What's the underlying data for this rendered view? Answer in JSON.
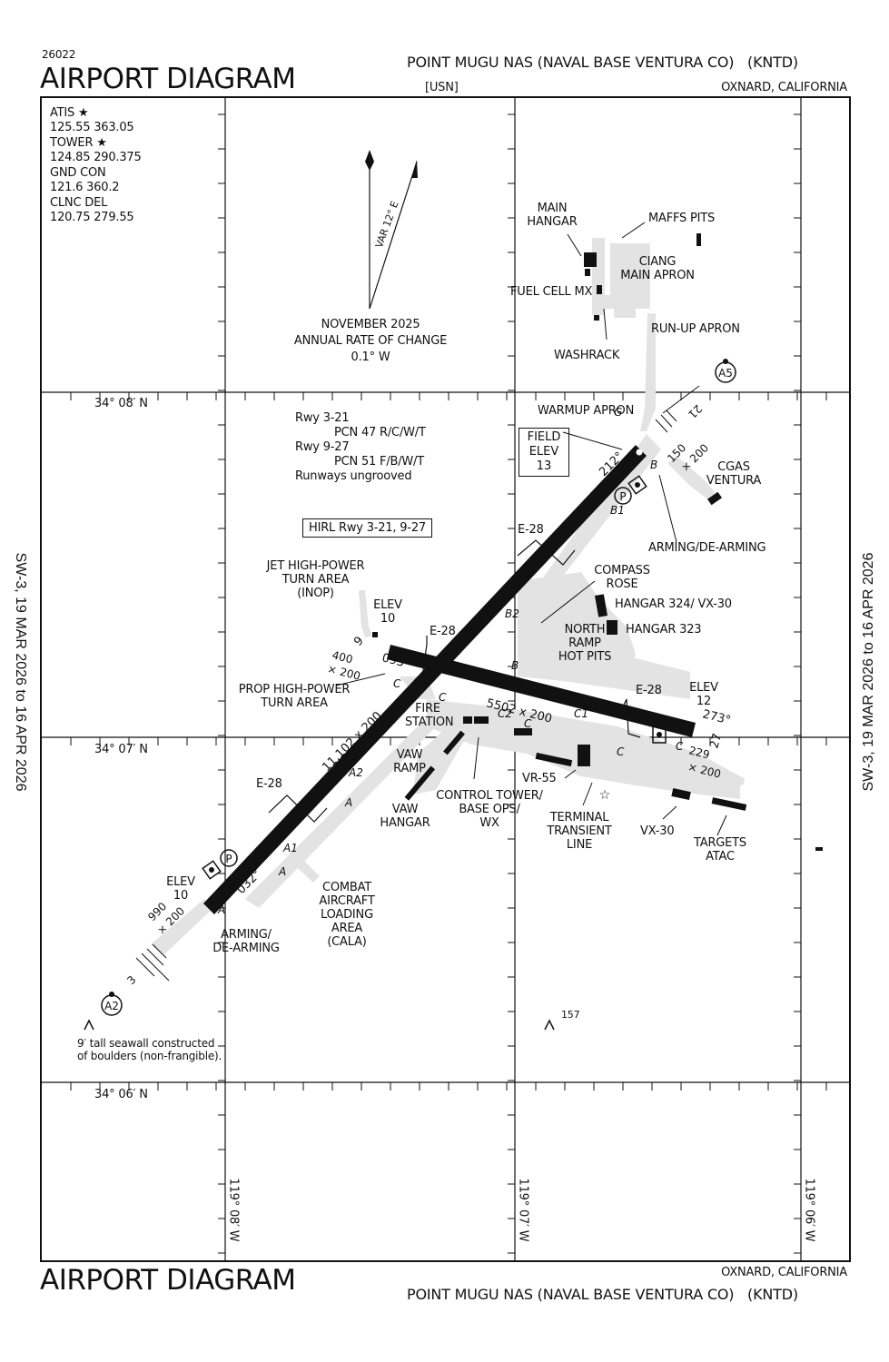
{
  "header": {
    "chart_id": "26022",
    "title": "AIRPORT DIAGRAM",
    "airport_name": "POINT MUGU NAS (NAVAL BASE VENTURA CO)",
    "airport_id": "(KNTD)",
    "operator": "[USN]",
    "location": "OXNARD, CALIFORNIA"
  },
  "footer": {
    "title": "AIRPORT DIAGRAM",
    "location": "OXNARD, CALIFORNIA",
    "airport_name": "POINT MUGU NAS (NAVAL BASE VENTURA CO)",
    "airport_id": "(KNTD)"
  },
  "margin_notes": {
    "left": "SW-3,  19 MAR 2026  to  16 APR 2026",
    "right": "SW-3,  19 MAR 2026  to  16 APR 2026"
  },
  "frequencies": [
    {
      "name": "ATIS",
      "star": true,
      "values": "125.55  363.05"
    },
    {
      "name": "TOWER",
      "star": true,
      "values": "124.85  290.375"
    },
    {
      "name": "GND CON",
      "star": false,
      "values": "121.6  360.2"
    },
    {
      "name": "CLNC DEL",
      "star": false,
      "values": "120.75  279.55"
    }
  ],
  "magnetic": {
    "variation": "VAR 12° E",
    "epoch": "NOVEMBER 2025",
    "rate_label": "ANNUAL RATE OF CHANGE",
    "rate": "0.1° W"
  },
  "grid": {
    "latitudes": [
      "34° 08′ N",
      "34° 07′ N",
      "34° 06′ N"
    ],
    "longitudes": [
      "119° 08′ W",
      "119° 07′ W",
      "119° 06′ W"
    ]
  },
  "runway_info": {
    "line1": "Rwy 3-21",
    "line2": "PCN 47 R/C/W/T",
    "line3": "Rwy 9-27",
    "line4": "PCN 51 F/B/W/T",
    "line5": "Runways ungrooved",
    "lighting": "HIRL Rwy 3-21, 9-27"
  },
  "field_elev": {
    "line1": "FIELD",
    "line2": "ELEV",
    "line3": "13"
  },
  "runways": {
    "rwy_3_21": {
      "dimensions": "11,102 x 200",
      "hdg_3": "032°",
      "hdg_21": "212°",
      "end_3": "3",
      "end_21": "21",
      "overrun_3": "990\nx 200",
      "overrun_21": "150\nx 200"
    },
    "rwy_9_27": {
      "dimensions": "5502 x 200",
      "hdg_9": "093°",
      "hdg_27": "273°",
      "end_9": "9",
      "end_27": "27",
      "overrun_9": "400\nx 200",
      "overrun_27": "229\nx 200"
    }
  },
  "elevations": [
    {
      "label": "ELEV",
      "value": "10",
      "where": "rwy-9"
    },
    {
      "label": "ELEV",
      "value": "12",
      "where": "rwy-27"
    },
    {
      "label": "ELEV",
      "value": "10",
      "where": "rwy-3"
    }
  ],
  "arresting_gear": [
    "E-28",
    "E-28",
    "E-28",
    "E-28"
  ],
  "taxiways": [
    "A",
    "A1",
    "A2",
    "B",
    "B1",
    "B2",
    "C",
    "C1",
    "C2",
    "G"
  ],
  "labels": {
    "main_hangar": "MAIN\nHANGAR",
    "maffs_pits": "MAFFS PITS",
    "ciang": "CIANG\nMAIN APRON",
    "fuel_cell": "FUEL CELL MX",
    "washrack": "WASHRACK",
    "runup_apron": "RUN-UP APRON",
    "warmup_apron": "WARMUP APRON",
    "cgas": "CGAS\nVENTURA",
    "arming_ne": "ARMING/DE-ARMING",
    "compass_rose": "COMPASS\nROSE",
    "hangar_324": "HANGAR 324/ VX-30",
    "hangar_323": "HANGAR 323",
    "north_ramp": "NORTH\nRAMP\nHOT PITS",
    "jet_hp": "JET HIGH-POWER\nTURN AREA\n(INOP)",
    "prop_hp": "PROP HIGH-POWER\nTURN AREA",
    "fire_station": "FIRE\nSTATION",
    "vaw_ramp": "VAW\nRAMP",
    "vaw_hangar": "VAW\nHANGAR",
    "control_tower": "CONTROL TOWER/\nBASE OPS/\nWX",
    "vr55": "VR-55",
    "terminal": "TERMINAL\nTRANSIENT\nLINE",
    "vx30": "VX-30",
    "targets": "TARGETS\nATAC",
    "cala": "COMBAT\nAIRCRAFT\nLOADING\nAREA\n(CALA)",
    "arming_sw": "ARMING/\nDE-ARMING",
    "seawall_note": "9′ tall seawall constructed\nof boulders (non-frangible).",
    "obstacle_height": "157",
    "a5": "A5",
    "a2": "A2"
  }
}
